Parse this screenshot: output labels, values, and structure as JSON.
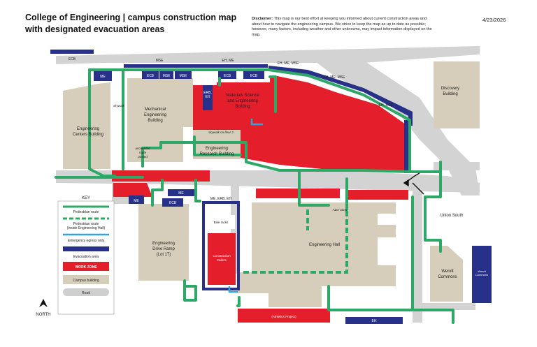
{
  "header": {
    "title_line1": "College of Engineering | campus construction map",
    "title_line2": "with designated evacuation areas",
    "disclaimer_label": "Disclaimer:",
    "disclaimer_text": "This map is our best effort at keeping you informed about current construction areas and about how to navigate the engineering campus. We strive to keep the map as up to date as possible; however, many factors, including weather and other unknowns, may impact information displayed on the map.",
    "date": "4/23/2026"
  },
  "colors": {
    "route": "#2ea866",
    "egress": "#33a3dd",
    "evacuation": "#283189",
    "work_zone": "#e41e2b",
    "building": "#d6cdba",
    "road": "#cfcfcf"
  },
  "buildings": {
    "engineering_centers": [
      "Engineering",
      "Centers Building"
    ],
    "mechanical": [
      "Mechanical",
      "Engineering",
      "Building"
    ],
    "materials": [
      "Materials Science",
      "and Engineering",
      "Building"
    ],
    "research": [
      "Engineering",
      "Research Building"
    ],
    "discovery": [
      "Discovery",
      "Building"
    ],
    "drive_ramp": [
      "Engineering",
      "Drive Ramp",
      "(Lot 17)"
    ],
    "engineering_hall": "Engineering Hall",
    "union_south": "Union South",
    "wendt": [
      "Wendt",
      "Commons"
    ]
  },
  "evac_labels": {
    "ecb_top": "ECB",
    "me_left": "ME",
    "mse_top": "MSE",
    "eh_me_top": "EH, ME",
    "ecb_row": "ECB",
    "mse_row": "MSE",
    "mse_row2": "MSE",
    "ecb_mat": "ECB",
    "ecb_mat2": "ECB",
    "erb_eh": [
      "ERB,",
      "EH"
    ],
    "eh_me_mse_1": "EH, ME, MSE",
    "eh_me_mse_2": "EH, ME, MSE",
    "eh_mse": "EH, MSE",
    "me_lower": "ME",
    "me_lower2": "ME",
    "ecb_lower": "ECB",
    "me_erb_eh": "ME, ERB, EH",
    "eh_bottom": "EH",
    "wendt_commons": [
      "Wendt",
      "Commons"
    ]
  },
  "annotations": {
    "skywalk": "skywalk",
    "skywalk_floor2": "skywalk on floor 2",
    "accessible_route": [
      "accessible",
      "route",
      "posted"
    ],
    "bike_racks": "Bike racks",
    "construction_trailers": [
      "Construction",
      "trailers"
    ],
    "ada_ramp": "ADA ramp",
    "athletics_project": "(Athletics Project)"
  },
  "legend": {
    "heading": "KEY",
    "pedestrian_route": "Pedestrian route",
    "pedestrian_route_inside": [
      "Pedestrian route",
      "(inside Engineering Hall)"
    ],
    "emergency_egress": "Emergency egress only",
    "evacuation_area": "Evacuation area",
    "work_zone": "WORK ZONE",
    "campus_building": "Campus building",
    "road": "Road"
  },
  "compass": {
    "label": "NORTH"
  }
}
